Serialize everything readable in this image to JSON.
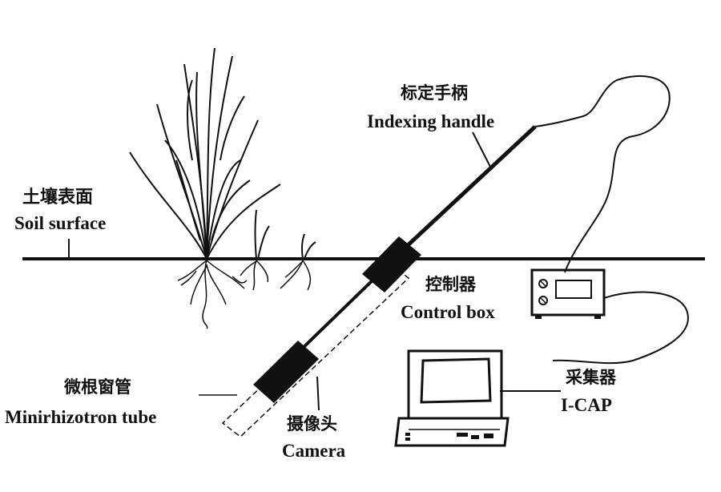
{
  "labels": {
    "soil_surface_cn": "土壤表面",
    "soil_surface_en": "Soil surface",
    "indexing_handle_cn": "标定手柄",
    "indexing_handle_en": "Indexing handle",
    "control_box_cn": "控制器",
    "control_box_en": "Control box",
    "minirhizotron_cn": "微根窗管",
    "minirhizotron_en": "Minirhizotron tube",
    "camera_cn": "摄像头",
    "camera_en": "Camera",
    "icap_cn": "采集器",
    "icap_en": "I-CAP"
  },
  "icons": {
    "plant": "grass-plant-icon",
    "tube": "minirhizotron-tube-icon",
    "control_box": "control-box-icon",
    "computer": "computer-icon"
  }
}
